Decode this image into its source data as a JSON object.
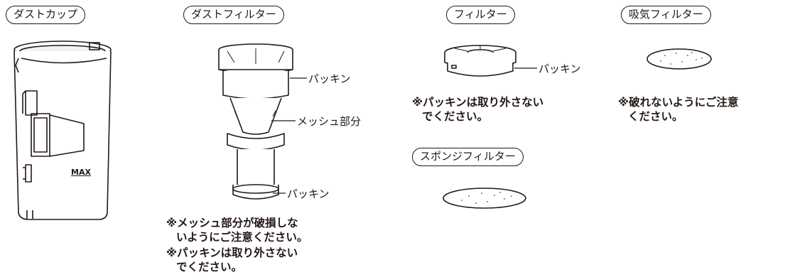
{
  "parts": {
    "dust_cup": {
      "title": "ダストカップ",
      "max_label": "MAX"
    },
    "dust_filter": {
      "title": "ダストフィルター",
      "callouts": [
        "パッキン",
        "メッシュ部分",
        "パッキン"
      ],
      "notes": [
        [
          "※メッシュ部分が破損しな",
          "いようにご注意ください。"
        ],
        [
          "※パッキンは取り外さない",
          "でください。"
        ]
      ]
    },
    "filter": {
      "title": "フィルター",
      "callouts": [
        "パッキン"
      ],
      "notes": [
        [
          "※パッキンは取り外さない",
          "でください。"
        ]
      ]
    },
    "sponge_filter": {
      "title": "スポンジフィルター"
    },
    "intake_filter": {
      "title": "吸気フィルター",
      "notes": [
        [
          "※破れないようにご注意",
          "ください。"
        ]
      ]
    }
  }
}
